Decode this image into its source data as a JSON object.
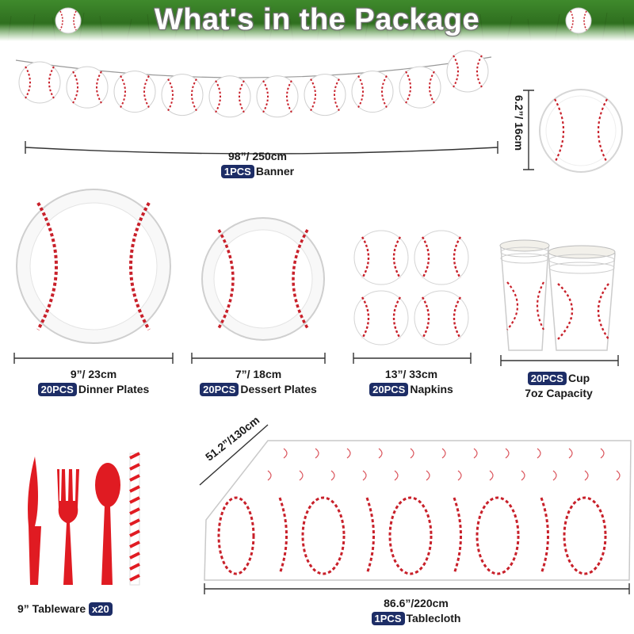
{
  "title": "What's in the Package",
  "colors": {
    "accent_red": "#c8202a",
    "badge_navy": "#1d2d66",
    "grass_green": "#3f8a2c"
  },
  "items": {
    "banner": {
      "size": "98”/ 250cm",
      "qty": "1PCS",
      "name": "Banner"
    },
    "banner_disk": {
      "size": "6.2”/ 16cm"
    },
    "dinner": {
      "size": "9”/ 23cm",
      "qty": "20PCS",
      "name": "Dinner Plates"
    },
    "dessert": {
      "size": "7”/ 18cm",
      "qty": "20PCS",
      "name": "Dessert Plates"
    },
    "napkins": {
      "size": "13”/ 33cm",
      "qty": "20PCS",
      "name": "Napkins"
    },
    "cup": {
      "qty": "20PCS",
      "name": "Cup",
      "capacity": "7oz Capacity"
    },
    "tableware": {
      "size": "9” Tableware",
      "qty": "x20"
    },
    "tablecloth": {
      "width": "51.2”/130cm",
      "length": "86.6”/220cm",
      "qty": "1PCS",
      "name": "Tablecloth"
    }
  }
}
